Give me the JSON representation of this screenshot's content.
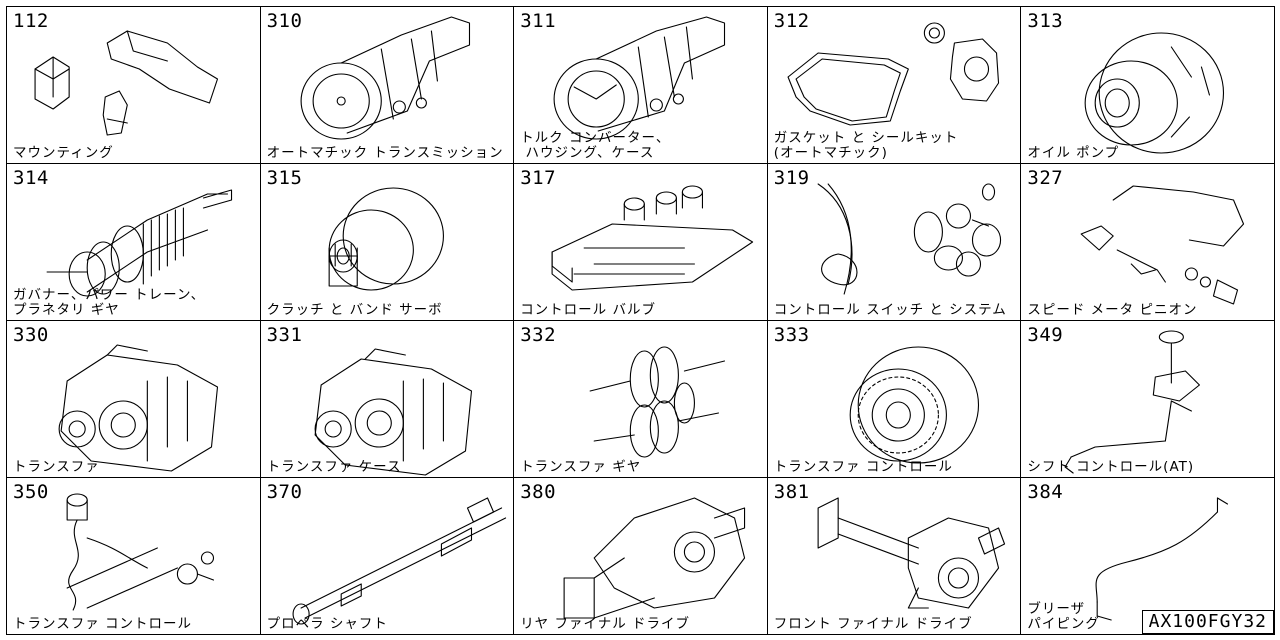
{
  "parts": [
    {
      "code": "112",
      "label": "マウンティング",
      "icon": "mounting-brackets-icon"
    },
    {
      "code": "310",
      "label": "オートマチック トランスミッション",
      "icon": "automatic-transmission-icon"
    },
    {
      "code": "311",
      "label": "トルク コンバーター、\n ハウジング、ケース",
      "icon": "torque-converter-housing-icon"
    },
    {
      "code": "312",
      "label": "ガスケット と シールキット\n(オートマチック)",
      "icon": "gasket-seal-kit-icon"
    },
    {
      "code": "313",
      "label": "オイル ポンプ",
      "icon": "oil-pump-icon"
    },
    {
      "code": "314",
      "label": "ガバナー、パワー トレーン、\nプラネタリ ギヤ",
      "icon": "governor-planetary-gear-icon"
    },
    {
      "code": "315",
      "label": "クラッチ と バンド サーボ",
      "icon": "clutch-band-servo-icon"
    },
    {
      "code": "317",
      "label": "コントロール バルブ",
      "icon": "control-valve-icon"
    },
    {
      "code": "319",
      "label": "コントロール スイッチ と システム",
      "icon": "control-switch-system-icon"
    },
    {
      "code": "327",
      "label": "スピード メータ ピニオン",
      "icon": "speedometer-pinion-icon"
    },
    {
      "code": "330",
      "label": "トランスファ",
      "icon": "transfer-icon"
    },
    {
      "code": "331",
      "label": "トランスファ ケース",
      "icon": "transfer-case-icon"
    },
    {
      "code": "332",
      "label": "トランスファ ギヤ",
      "icon": "transfer-gear-icon"
    },
    {
      "code": "333",
      "label": "トランスファ コントロール",
      "icon": "transfer-control-icon"
    },
    {
      "code": "349",
      "label": "シフト コントロール(AT)",
      "icon": "shift-control-icon"
    },
    {
      "code": "350",
      "label": "トランスファ コントロール",
      "icon": "transfer-control-harness-icon"
    },
    {
      "code": "370",
      "label": "プロペラ シャフト",
      "icon": "propeller-shaft-icon"
    },
    {
      "code": "380",
      "label": "リヤ ファイナル ドライブ",
      "icon": "rear-final-drive-icon"
    },
    {
      "code": "381",
      "label": "フロント ファイナル ドライブ",
      "icon": "front-final-drive-icon"
    },
    {
      "code": "384",
      "label": "ブリーザ\nパイピング",
      "icon": "breather-piping-icon"
    }
  ],
  "footer": {
    "code": "AX100FGY32"
  }
}
